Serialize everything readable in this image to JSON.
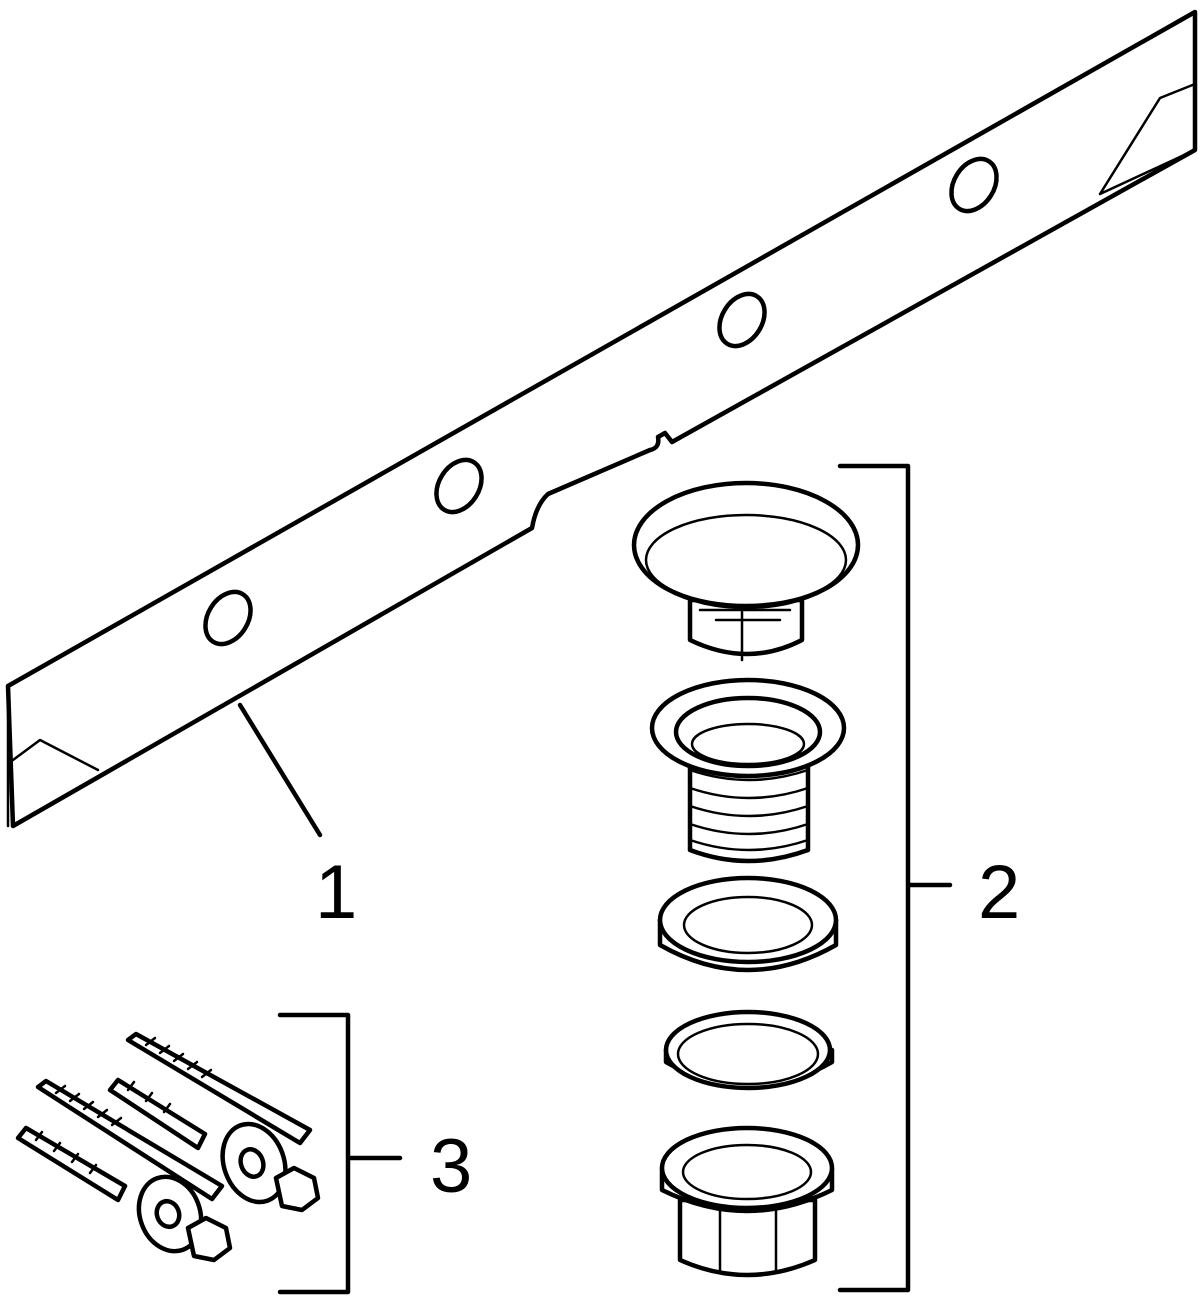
{
  "callouts": {
    "part1": "1",
    "part2": "2",
    "part3": "3"
  },
  "colors": {
    "line": "#000000",
    "background": "#ffffff"
  }
}
